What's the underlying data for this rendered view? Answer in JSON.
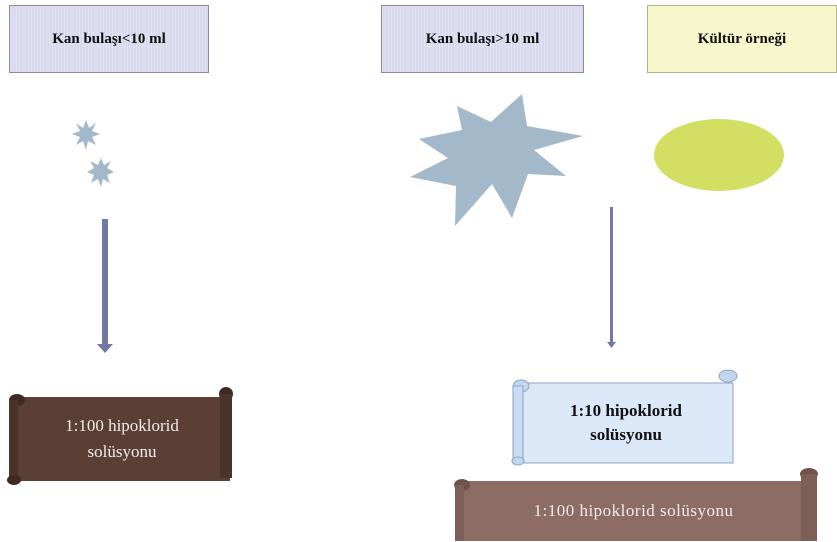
{
  "boxes": {
    "left": "Kan bulaşı<10 ml",
    "middle": "Kan bulaşı>10 ml",
    "right": "Kültür örneği"
  },
  "scrolls": {
    "left_line1": "1:100 hipoklorid",
    "left_line2": "solüsyonu",
    "right_line1": "1:10 hipoklorid",
    "right_line2": "solüsyonu",
    "bottom": "1:100 hipoklorid solüsyonu"
  },
  "colors": {
    "box_lavender": "#d8d9ec",
    "box_yellow": "#f6f6c8",
    "splash": "#a3b8c9",
    "ellipse": "#d2df63",
    "arrow": "#6f79a4",
    "scroll_dark": "#5c3f34",
    "scroll_light": "#dbe8f7",
    "scroll_brown": "#8c6c63"
  }
}
